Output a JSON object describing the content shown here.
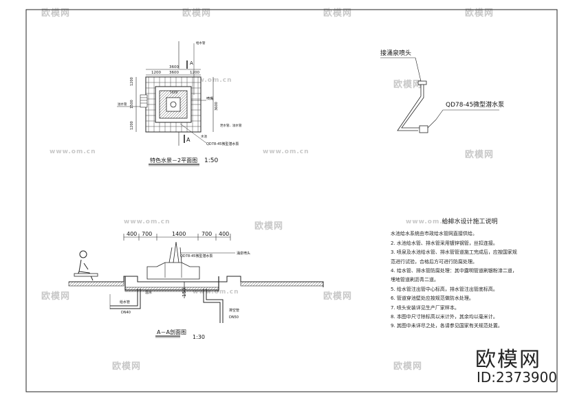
{
  "plan": {
    "title": "特色水景－2平面图",
    "scale": "1:50",
    "section_mark": "A",
    "dims_top": [
      "1200",
      "3600",
      "1200"
    ],
    "dim_overall_top": "3600",
    "dim_side": [
      "1200",
      "1500",
      "1200"
    ],
    "dim_right": "3600",
    "dim_inner": "1400",
    "labels": {
      "pipe": "溢水管",
      "nozzle": "喷嘴",
      "supply": "给水管",
      "drain": "泄水管、溢水管",
      "pump": "QD78-45微型潜水泵",
      "basin": "水池"
    }
  },
  "detail": {
    "nozzle_label": "接涌泉喷头",
    "pump_label": "QD78-45微型潜水泵"
  },
  "section": {
    "title": "A－A剖面图",
    "scale": "1:30",
    "dims": [
      "400",
      "700",
      "1400",
      "700",
      "400"
    ],
    "labels": {
      "nozzle": "涌泉喷头",
      "pump": "QD78-45微型潜水泵",
      "supply_pipe": "给水管",
      "supply_dn": "DN40",
      "drain_pipe": "溢水",
      "overflow_pipe": "排空管",
      "overflow_dn": "DN50",
      "depth": "150"
    }
  },
  "notes": {
    "title": "给排水设计施工说明",
    "items": [
      "水池给水系统由市政给水管网直接供给。",
      "2. 水池给水管、排水管采用镀锌钢管，丝扣连接。",
      "3. 喷泉及水池给水管、排水管管道施工完成后，应按国家规",
      "范进行试验，合格后方可进行防腐处理。",
      "4. 给水管、排水管防腐处理：其中露明管道刷银粉漆二道，",
      "埋地管道刷沥青二道。",
      "5. 给水管注出管中心标高，排水管注出管底标高。",
      "6. 管道穿池壁处应按规范做防水处理。",
      "7. 喷头安装详见生产厂家样本。",
      "8. 本图中尺寸除标高以米计外，其余均以毫米计。",
      "9. 其图中未详尽之处，各请参见国家有关规范处置。"
    ]
  },
  "watermark": {
    "text": "欧模网",
    "url": "www.om.cn"
  },
  "brand": {
    "name": "欧模网",
    "id": "ID:2373900"
  }
}
